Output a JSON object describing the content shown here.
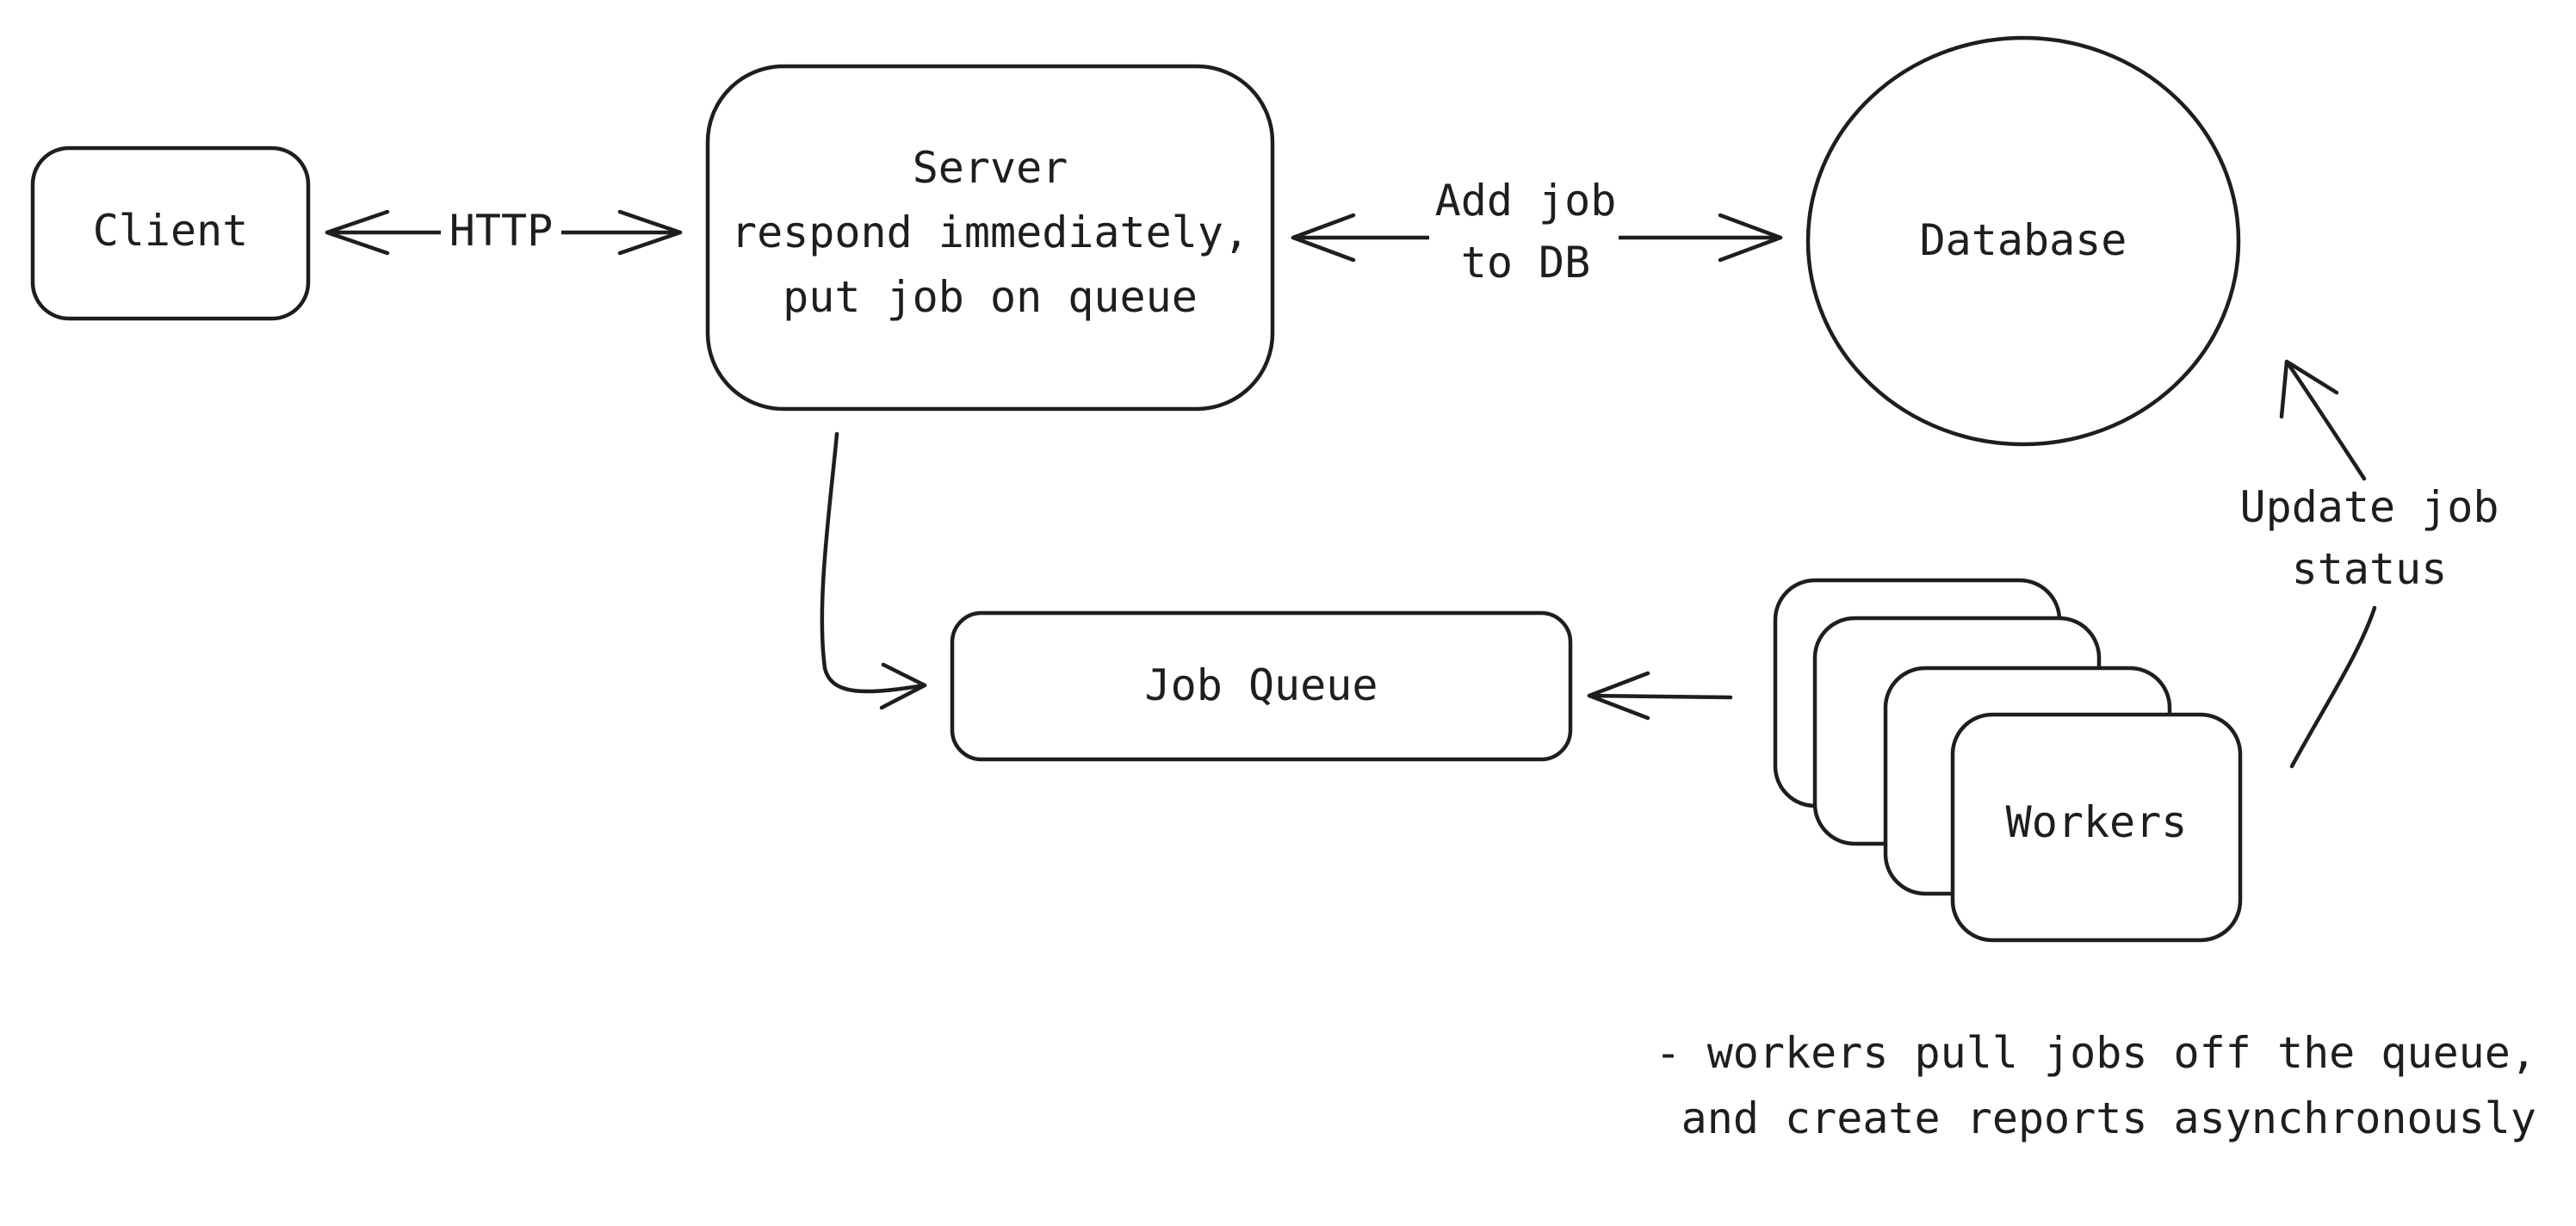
{
  "nodes": {
    "client": {
      "label": "Client"
    },
    "server": {
      "lines": [
        "Server",
        "respond immediately,",
        "put job on queue"
      ]
    },
    "database": {
      "label": "Database"
    },
    "job_queue": {
      "label": "Job Queue"
    },
    "workers": {
      "label": "Workers"
    }
  },
  "edges": {
    "client_server": {
      "label": "HTTP"
    },
    "server_database": {
      "lines": [
        "Add job",
        "to DB"
      ]
    },
    "workers_database": {
      "lines": [
        "Update job",
        "status"
      ]
    }
  },
  "note": {
    "lines": [
      "- workers pull jobs off the queue,",
      "and create reports asynchronously"
    ]
  },
  "colors": {
    "stroke": "#1e1e1e",
    "background": "#ffffff"
  }
}
